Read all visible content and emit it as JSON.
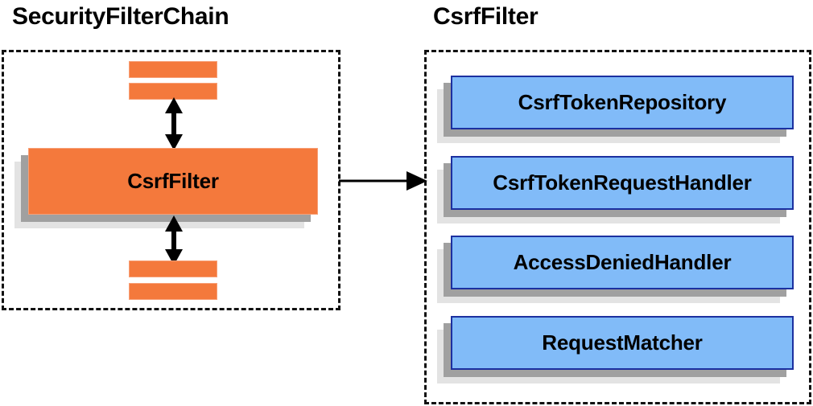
{
  "diagram": {
    "type": "component-collaboration-diagram",
    "background": "#ffffff",
    "colors": {
      "filter_fill": "#f4793c",
      "filter_border": "#f7a077",
      "collaborator_fill": "#81bbf8",
      "collaborator_border": "#1c30a0",
      "shadow_dark": "#a0a0a0",
      "shadow_light": "#e3e3e3",
      "outline": "#111111",
      "text": "#000000"
    }
  },
  "left_panel": {
    "title": "SecurityFilterChain",
    "border_style": "dashed",
    "focus_node": {
      "label": "CsrfFilter"
    },
    "bars_above": [
      {
        "label": ""
      },
      {
        "label": ""
      }
    ],
    "bars_below": [
      {
        "label": ""
      },
      {
        "label": ""
      }
    ],
    "connector_above": {
      "kind": "double-headed-vertical-arrow"
    },
    "connector_below": {
      "kind": "double-headed-vertical-arrow"
    }
  },
  "right_panel": {
    "title": "CsrfFilter",
    "border_style": "dashed",
    "collaborators": [
      {
        "label": "CsrfTokenRepository"
      },
      {
        "label": "CsrfTokenRequestHandler"
      },
      {
        "label": "AccessDeniedHandler"
      },
      {
        "label": "RequestMatcher"
      }
    ]
  },
  "cross_panel_arrow": {
    "kind": "single-headed-horizontal-arrow",
    "from": "SecurityFilterChain.CsrfFilter",
    "to": "CsrfFilter panel"
  }
}
